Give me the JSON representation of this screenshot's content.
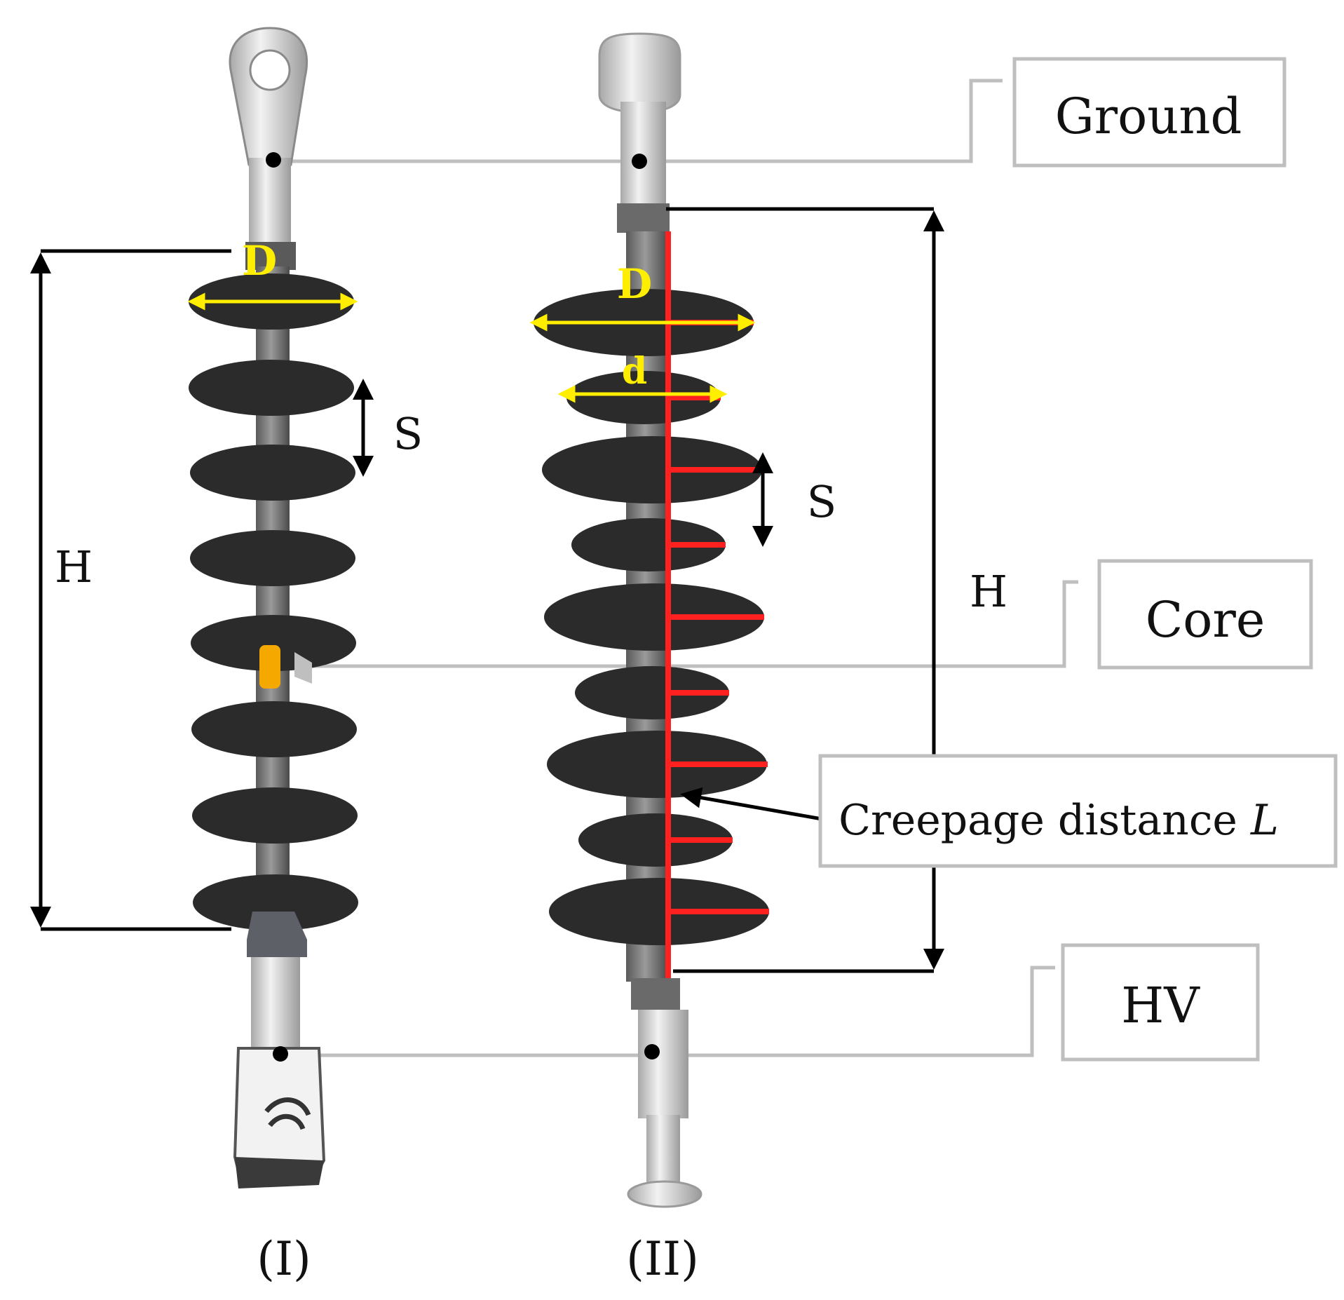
{
  "labels": {
    "ground": "Ground",
    "core": "Core",
    "hv": "HV",
    "creepage_text": "Creepage distance ",
    "creepage_var": "L",
    "insulator_1": "(I)",
    "insulator_2": "(II)",
    "h1": "H",
    "h2": "H",
    "s1": "S",
    "s2": "S",
    "d1": "D",
    "d2": "D",
    "d_small": "d"
  },
  "colors": {
    "shed": "#2b2b2b",
    "rod": "#7f7f7f",
    "metal": "#d9d9d9",
    "dimension_yellow": "#ffee00",
    "creepage_red": "#ff2020",
    "core_orange": "#f5a800",
    "leader_gray": "#bfbfbf"
  }
}
